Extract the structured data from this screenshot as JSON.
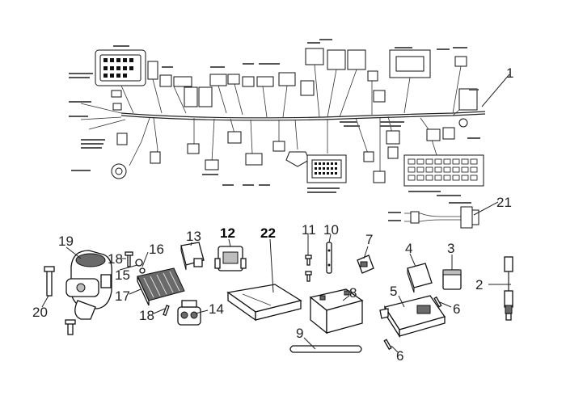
{
  "callouts": {
    "c1": "1",
    "c2": "2",
    "c3": "3",
    "c4": "4",
    "c5": "5",
    "c6a": "6",
    "c6b": "6",
    "c7": "7",
    "c8": "8",
    "c9": "9",
    "c10": "10",
    "c11": "11",
    "c12": "12",
    "c13": "13",
    "c14": "14",
    "c15": "15",
    "c16": "16",
    "c17": "17",
    "c18a": "18",
    "c18b": "18",
    "c19": "19",
    "c20": "20",
    "c21": "21",
    "c22": "22"
  },
  "colors": {
    "ink": "#111111",
    "background": "#ffffff",
    "shade": "#6a6a6a"
  }
}
